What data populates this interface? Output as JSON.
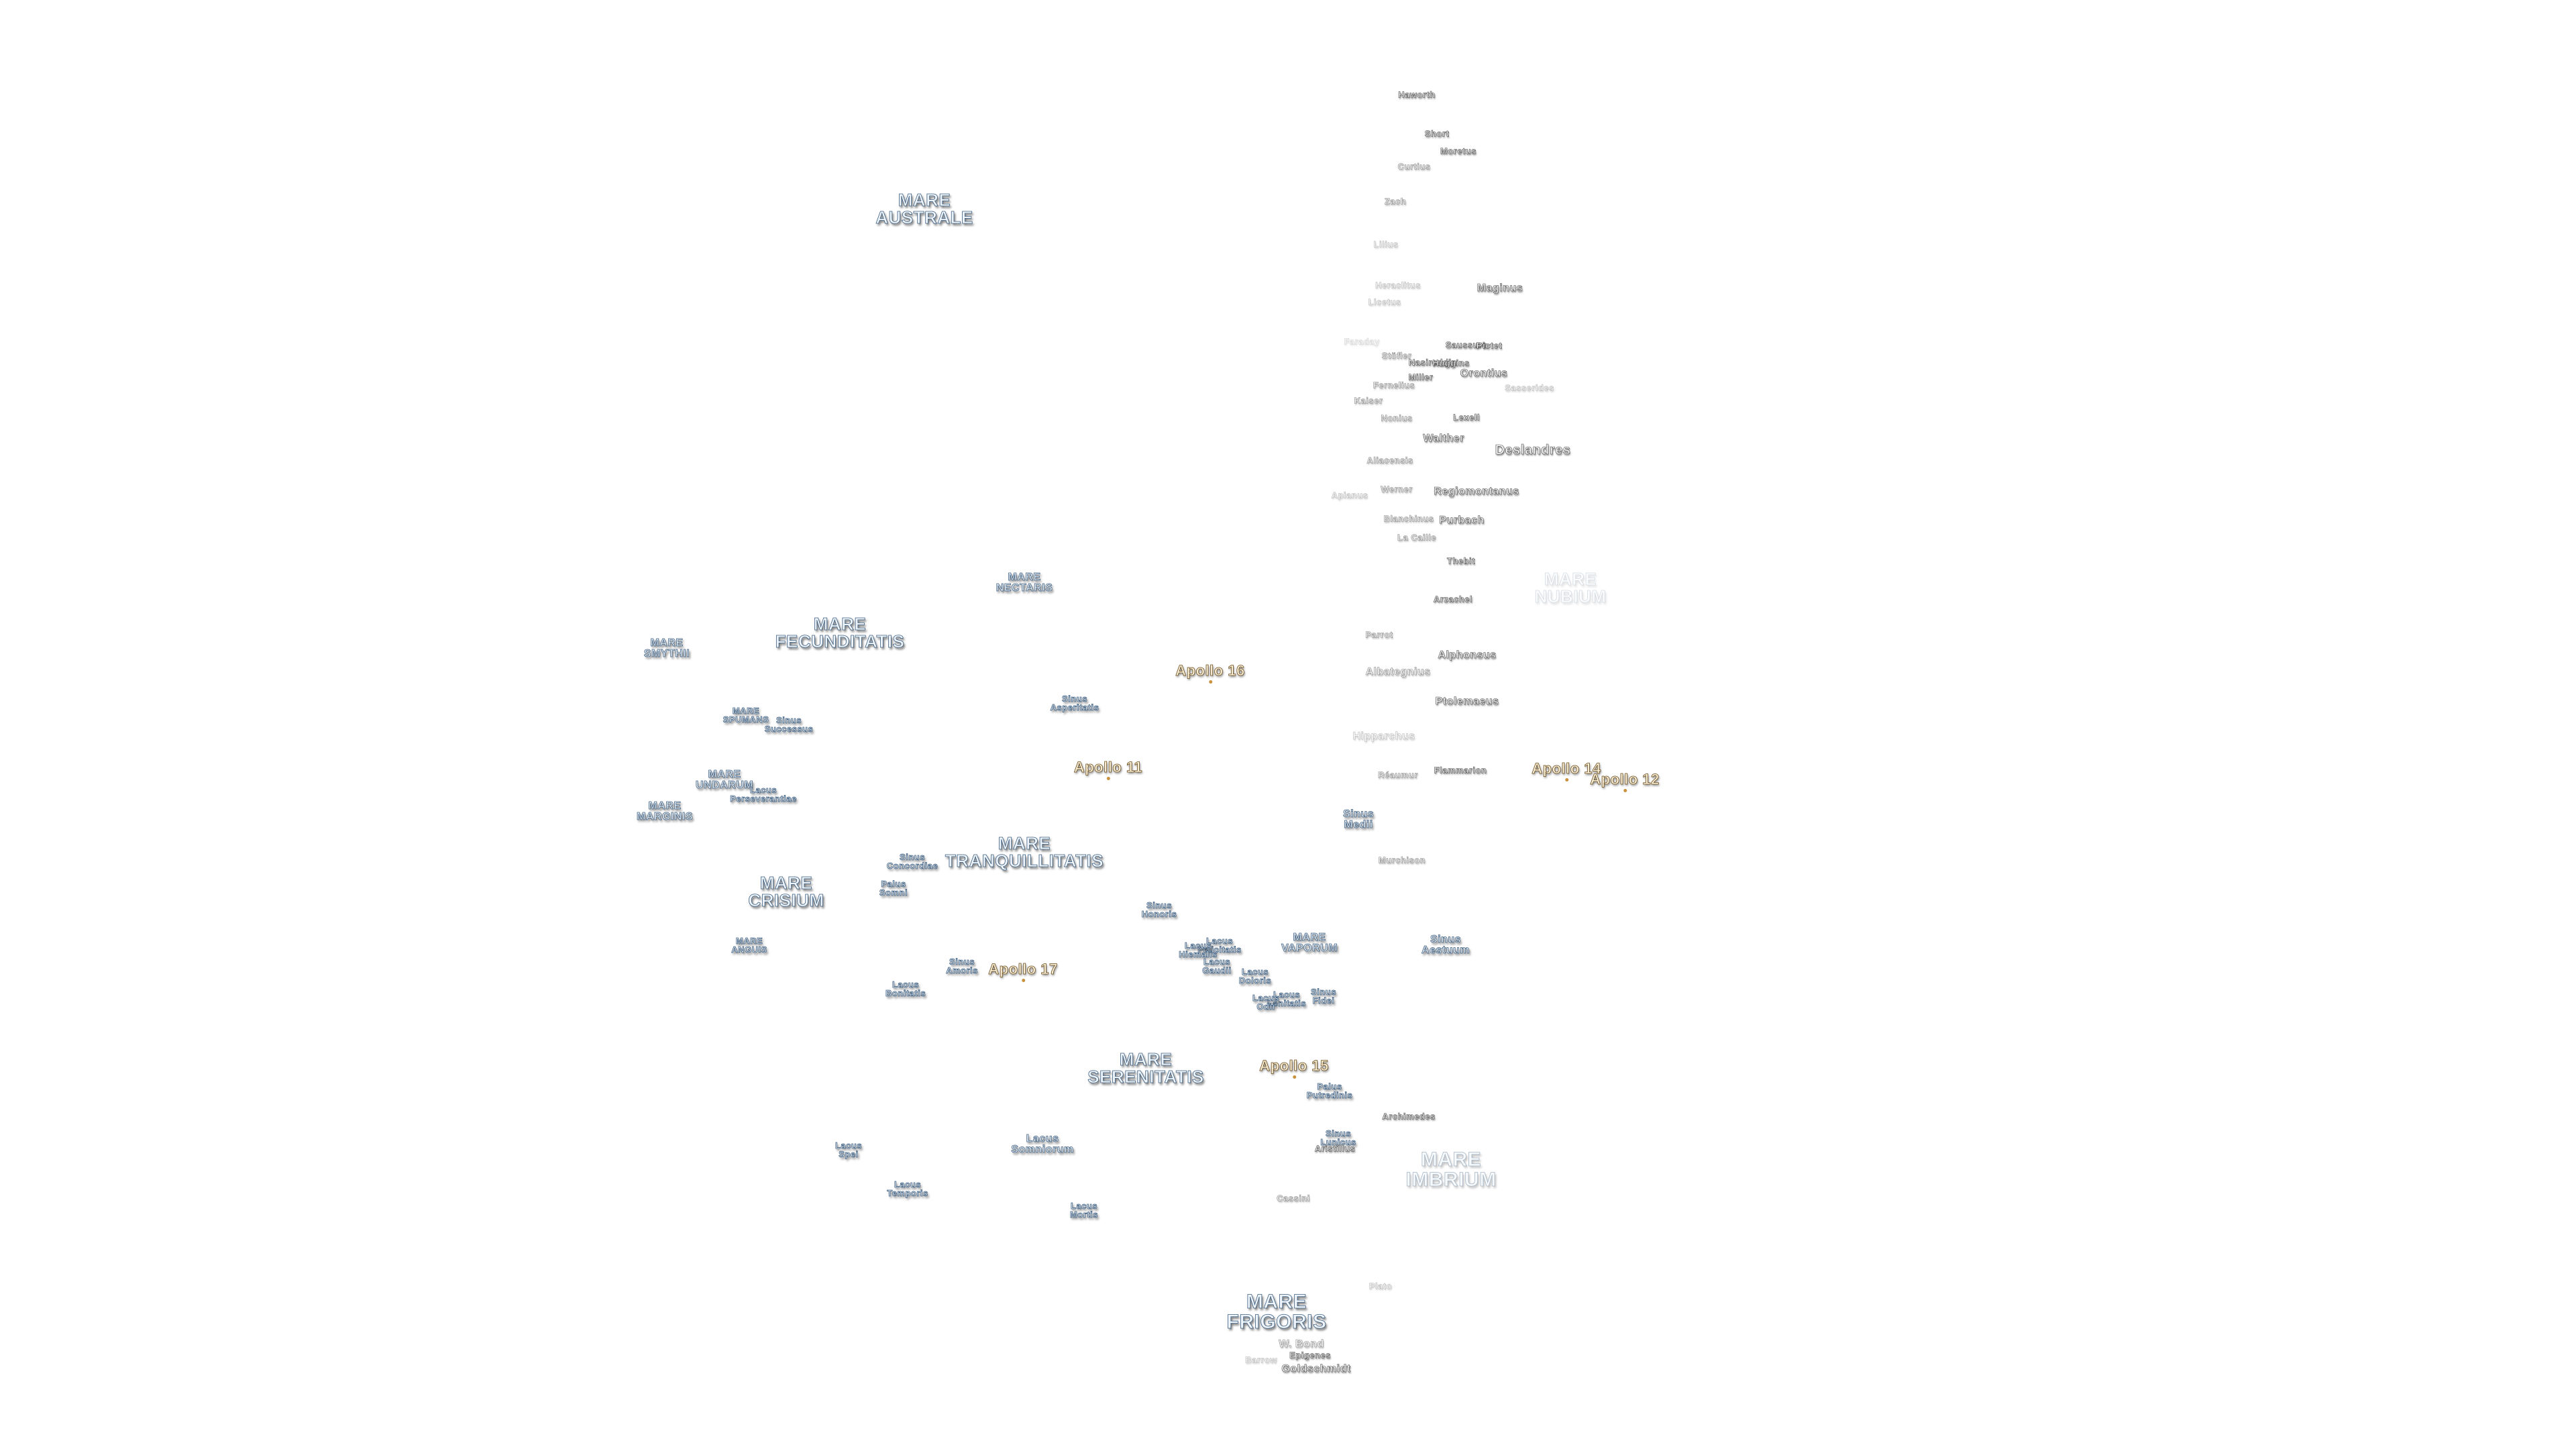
{
  "map": {
    "features": [
      {
        "id": "haworth",
        "name": "Haworth",
        "kind": "crater",
        "size": "s"
      },
      {
        "id": "shorts",
        "name": "Short",
        "kind": "crater",
        "size": "s"
      },
      {
        "id": "moretus",
        "name": "Moretus",
        "kind": "crater",
        "size": "s"
      },
      {
        "id": "curtius",
        "name": "Curtius",
        "kind": "crater",
        "size": "s"
      },
      {
        "id": "zach",
        "name": "Zach",
        "kind": "crater",
        "size": "s"
      },
      {
        "id": "lilius",
        "name": "Lilius",
        "kind": "crater",
        "size": "s"
      },
      {
        "id": "heraclitus",
        "name": "Heraclitus",
        "kind": "crater",
        "size": "s"
      },
      {
        "id": "licetus",
        "name": "Licetus",
        "kind": "crater",
        "size": "s"
      },
      {
        "id": "maginus",
        "name": "Maginus",
        "kind": "crater",
        "size": "m"
      },
      {
        "id": "faraday",
        "name": "Faraday",
        "kind": "crater",
        "size": "s"
      },
      {
        "id": "stofler",
        "name": "Stöfler",
        "kind": "crater",
        "size": "s"
      },
      {
        "id": "saussure",
        "name": "Saussure",
        "kind": "crater",
        "size": "s"
      },
      {
        "id": "pictet",
        "name": "Pictet",
        "kind": "crater",
        "size": "s"
      },
      {
        "id": "nasireddin",
        "name": "Nasireddin",
        "kind": "crater",
        "size": "s"
      },
      {
        "id": "huggins",
        "name": "Huggins",
        "kind": "crater",
        "size": "s"
      },
      {
        "id": "miller",
        "name": "Miller",
        "kind": "crater",
        "size": "s"
      },
      {
        "id": "orontius",
        "name": "Orontius",
        "kind": "crater",
        "size": "m"
      },
      {
        "id": "fernelius",
        "name": "Fernelius",
        "kind": "crater",
        "size": "s"
      },
      {
        "id": "sasserides",
        "name": "Sasserides",
        "kind": "crater",
        "size": "s"
      },
      {
        "id": "kaiser",
        "name": "Kaiser",
        "kind": "crater",
        "size": "s"
      },
      {
        "id": "nonius",
        "name": "Nonius",
        "kind": "crater",
        "size": "s"
      },
      {
        "id": "lexell",
        "name": "Lexell",
        "kind": "crater",
        "size": "s"
      },
      {
        "id": "walther",
        "name": "Walther",
        "kind": "crater",
        "size": "s"
      },
      {
        "id": "deslandres",
        "name": "Deslandres",
        "kind": "crater",
        "size": "l"
      },
      {
        "id": "aliacensis",
        "name": "Aliacensis",
        "kind": "crater",
        "size": "s"
      },
      {
        "id": "werner",
        "name": "Werner",
        "kind": "crater",
        "size": "s"
      },
      {
        "id": "regiomontanus",
        "name": "Regiomontanus",
        "kind": "crater",
        "size": "m"
      },
      {
        "id": "apianus",
        "name": "Apianus",
        "kind": "crater",
        "size": "s"
      },
      {
        "id": "blanchinus",
        "name": "Blanchinus",
        "kind": "crater",
        "size": "s"
      },
      {
        "id": "purbach",
        "name": "Purbach",
        "kind": "crater",
        "size": "m"
      },
      {
        "id": "lacaille",
        "name": "La Caille",
        "kind": "crater",
        "size": "s"
      },
      {
        "id": "thebit",
        "name": "Thebit",
        "kind": "crater",
        "size": "s"
      },
      {
        "id": "marenubium",
        "name": "MARE\nNUBIUM",
        "kind": "mare",
        "size": "med"
      },
      {
        "id": "arzachel",
        "name": "Arzachel",
        "kind": "crater",
        "size": "s"
      },
      {
        "id": "parrot",
        "name": "Parrot",
        "kind": "crater",
        "size": "s"
      },
      {
        "id": "alphonsus",
        "name": "Alphonsus",
        "kind": "crater",
        "size": "m"
      },
      {
        "id": "albategnius",
        "name": "Albategnius",
        "kind": "crater",
        "size": "m"
      },
      {
        "id": "ptolemaeus",
        "name": "Ptolemaeus",
        "kind": "crater",
        "size": "m"
      },
      {
        "id": "hipparchus",
        "name": "Hipparchus",
        "kind": "crater",
        "size": "m"
      },
      {
        "id": "rhaeticus",
        "name": "Réaumur",
        "kind": "crater",
        "size": "s"
      },
      {
        "id": "flammarion",
        "name": "Flammarion",
        "kind": "crater",
        "size": "s"
      },
      {
        "id": "sinusmedii",
        "name": "Sinus\nMedii",
        "kind": "mare",
        "size": "small"
      },
      {
        "id": "murchison",
        "name": "Murchison",
        "kind": "crater",
        "size": "s"
      },
      {
        "id": "mareaustrale",
        "name": "MARE\nAUSTRALE",
        "kind": "mare",
        "size": "med"
      },
      {
        "id": "marenectaris",
        "name": "MARE\nNECTARIS",
        "kind": "mare",
        "size": "small"
      },
      {
        "id": "marefecunditatis",
        "name": "MARE\nFECUNDITATIS",
        "kind": "mare",
        "size": "med"
      },
      {
        "id": "maresmythii",
        "name": "MARE\nSMYTHII",
        "kind": "mare",
        "size": "small"
      },
      {
        "id": "sinusasperitatis",
        "name": "Sinus\nAsperitatis",
        "kind": "mare",
        "size": "tiny"
      },
      {
        "id": "mareSpumans",
        "name": "MARE\nSPUMANS",
        "kind": "mare",
        "size": "tiny"
      },
      {
        "id": "sinussuccessus",
        "name": "Sinus\nSuccessus",
        "kind": "mare",
        "size": "tiny"
      },
      {
        "id": "mareundarum",
        "name": "MARE\nUNDARUM",
        "kind": "mare",
        "size": "small"
      },
      {
        "id": "lacusperseverantiae",
        "name": "Lacus\nPerseverantiae",
        "kind": "mare",
        "size": "tiny"
      },
      {
        "id": "maremarginis",
        "name": "MARE\nMARGINIS",
        "kind": "mare",
        "size": "small"
      },
      {
        "id": "maretranquillitatis",
        "name": "MARE\nTRANQUILLITATIS",
        "kind": "mare",
        "size": "med"
      },
      {
        "id": "sinusconcordiae",
        "name": "Sinus\nConcordiae",
        "kind": "mare",
        "size": "tiny"
      },
      {
        "id": "palussomni",
        "name": "Palus\nSomni",
        "kind": "mare",
        "size": "tiny"
      },
      {
        "id": "marecrisium",
        "name": "MARE\nCRISIUM",
        "kind": "mare",
        "size": "med"
      },
      {
        "id": "mareanguis",
        "name": "MARE\nANGUIS",
        "kind": "mare",
        "size": "tiny"
      },
      {
        "id": "sinushonoris",
        "name": "Sinus\nHonoris",
        "kind": "mare",
        "size": "tiny"
      },
      {
        "id": "lacusbonitatis",
        "name": "Lacus\nBonitatis",
        "kind": "mare",
        "size": "tiny"
      },
      {
        "id": "sinusamoris",
        "name": "Sinus\nAmoris",
        "kind": "mare",
        "size": "tiny"
      },
      {
        "id": "lacusfelicitatis",
        "name": "Lacus\nFelicitatis",
        "kind": "mare",
        "size": "tiny"
      },
      {
        "id": "lacushiemalis",
        "name": "Lacus\nHiemalis",
        "kind": "mare",
        "size": "tiny"
      },
      {
        "id": "lacusgaudii",
        "name": "Lacus\nGaudii",
        "kind": "mare",
        "size": "tiny"
      },
      {
        "id": "marevaporum",
        "name": "MARE\nVAPORUM",
        "kind": "mare",
        "size": "small"
      },
      {
        "id": "sinusaestuum",
        "name": "Sinus\nAestuum",
        "kind": "mare",
        "size": "small"
      },
      {
        "id": "lacusdoloris",
        "name": "Lacus\nDoloris",
        "kind": "mare",
        "size": "tiny"
      },
      {
        "id": "lacuslenitatis",
        "name": "Lacus\nLenitatis",
        "kind": "mare",
        "size": "tiny"
      },
      {
        "id": "lacusodii",
        "name": "Lacus\nOdii",
        "kind": "mare",
        "size": "tiny"
      },
      {
        "id": "sinusfidei",
        "name": "Sinus\nFidei",
        "kind": "mare",
        "size": "tiny"
      },
      {
        "id": "mareserenitatis",
        "name": "MARE\nSERENITATIS",
        "kind": "mare",
        "size": "med"
      },
      {
        "id": "paluspetredinis",
        "name": "Palus\nPutredinis",
        "kind": "mare",
        "size": "tiny"
      },
      {
        "id": "archimedes",
        "name": "Archimedes",
        "kind": "crater",
        "size": "s"
      },
      {
        "id": "sinuslunicus",
        "name": "Sinus\nLunicus",
        "kind": "mare",
        "size": "tiny"
      },
      {
        "id": "aristillus",
        "name": "Aristillus",
        "kind": "crater",
        "size": "s"
      },
      {
        "id": "mareimbrium",
        "name": "MARE\nIMBRIUM",
        "kind": "mare",
        "size": "big"
      },
      {
        "id": "lacusspei",
        "name": "Lacus\nSpei",
        "kind": "mare",
        "size": "tiny"
      },
      {
        "id": "lacussomniorum",
        "name": "Lacus\nSomniorum",
        "kind": "mare",
        "size": "small"
      },
      {
        "id": "lacustemporis",
        "name": "Lacus\nTemporis",
        "kind": "mare",
        "size": "tiny"
      },
      {
        "id": "lacusmortis",
        "name": "Lacus\nMortis",
        "kind": "mare",
        "size": "tiny"
      },
      {
        "id": "cassini",
        "name": "Cassini",
        "kind": "crater",
        "size": "s"
      },
      {
        "id": "plato",
        "name": "Plato",
        "kind": "crater",
        "size": "s"
      },
      {
        "id": "marefrigoris",
        "name": "MARE\nFRIGORIS",
        "kind": "mare",
        "size": "big"
      },
      {
        "id": "wbond",
        "name": "W. Bond",
        "kind": "crater",
        "size": "m"
      },
      {
        "id": "barrow",
        "name": "Barrow",
        "kind": "crater",
        "size": "s"
      },
      {
        "id": "epigenes",
        "name": "Epigenes",
        "kind": "crater",
        "size": "s"
      },
      {
        "id": "goldschmidt",
        "name": "Goldschmidt",
        "kind": "crater",
        "size": "m"
      },
      {
        "id": "apollo16",
        "name": "Apollo 16",
        "kind": "apollo"
      },
      {
        "id": "apollo11",
        "name": "Apollo 11",
        "kind": "apollo"
      },
      {
        "id": "apollo14",
        "name": "Apollo 14",
        "kind": "apollo"
      },
      {
        "id": "apollo12",
        "name": "Apollo 12",
        "kind": "apollo"
      },
      {
        "id": "apollo17",
        "name": "Apollo 17",
        "kind": "apollo"
      },
      {
        "id": "apollo15",
        "name": "Apollo 15",
        "kind": "apollo"
      }
    ]
  }
}
